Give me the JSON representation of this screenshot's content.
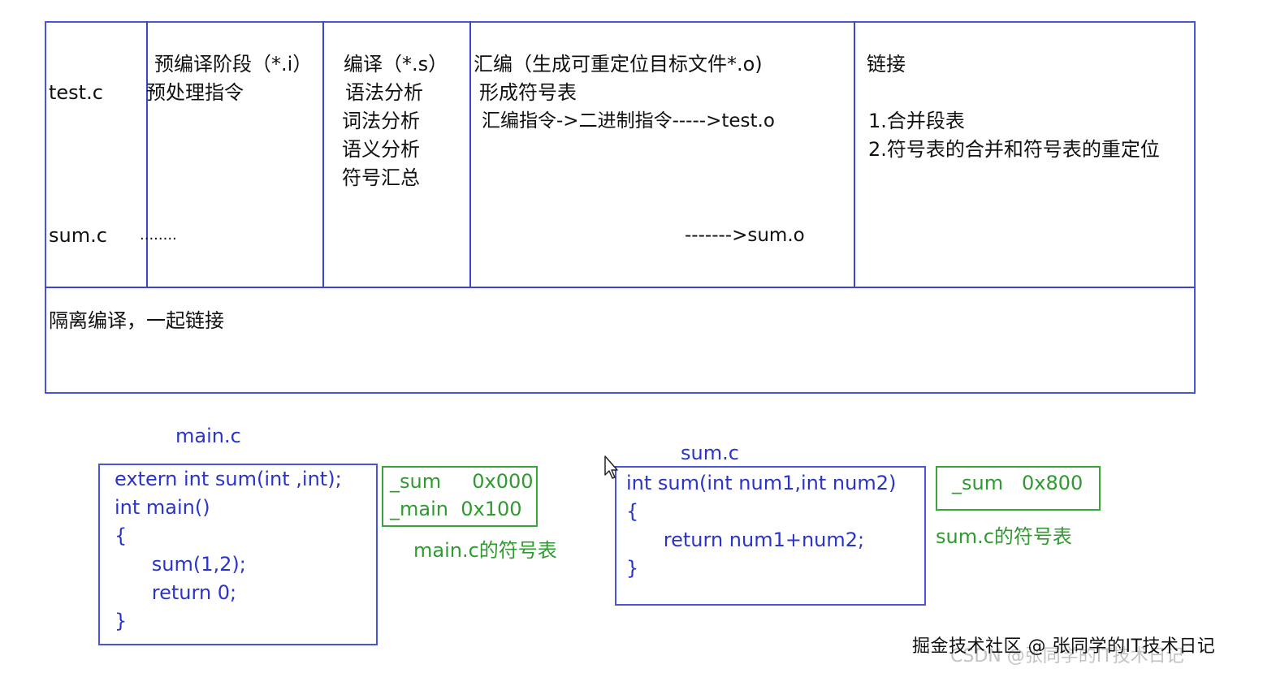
{
  "table": {
    "row_labels": {
      "test": "test.c",
      "sum": "sum.c",
      "sum_dots": "........"
    },
    "col_preprocess": {
      "title": "预编译阶段（*.i）",
      "line1": "预处理指令"
    },
    "col_compile": {
      "title": "编译（*.s）",
      "items": [
        "语法分析",
        "词法分析",
        "语义分析",
        "符号汇总"
      ]
    },
    "col_assemble": {
      "title": "汇编（生成可重定位目标文件*.o)",
      "line1": "形成符号表",
      "line2": "汇编指令->二进制指令----->test.o",
      "sum_out": "------->sum.o"
    },
    "col_link": {
      "title": "链接",
      "step1": "1.合并段表",
      "step2": "2.符号表的合并和符号表的重定位"
    },
    "footer_note": "隔离编译，一起链接"
  },
  "main_file": {
    "title": "main.c",
    "code": [
      "extern int sum(int ,int);",
      "int main()",
      "{",
      "      sum(1,2);",
      "      return 0;",
      "}"
    ],
    "symbols": [
      "_sum     0x000",
      "_main  0x100"
    ],
    "symbols_caption": "main.c的符号表"
  },
  "sum_file": {
    "title": "sum.c",
    "code": [
      "int sum(int num1,int num2)",
      "{",
      "      return num1+num2;",
      "}"
    ],
    "symbols": [
      "_sum   0x800"
    ],
    "symbols_caption": "sum.c的符号表"
  },
  "watermark": {
    "text": "掘金技术社区 @ 张同学的IT技术日记",
    "ghost": "CSDN @张同学的IT技术日记"
  },
  "colors": {
    "border": "#4a55d6",
    "code_blue": "#2b34c8",
    "symbol_green": "#2f9a2f"
  },
  "icons": {
    "cursor": "mouse-pointer-icon"
  }
}
